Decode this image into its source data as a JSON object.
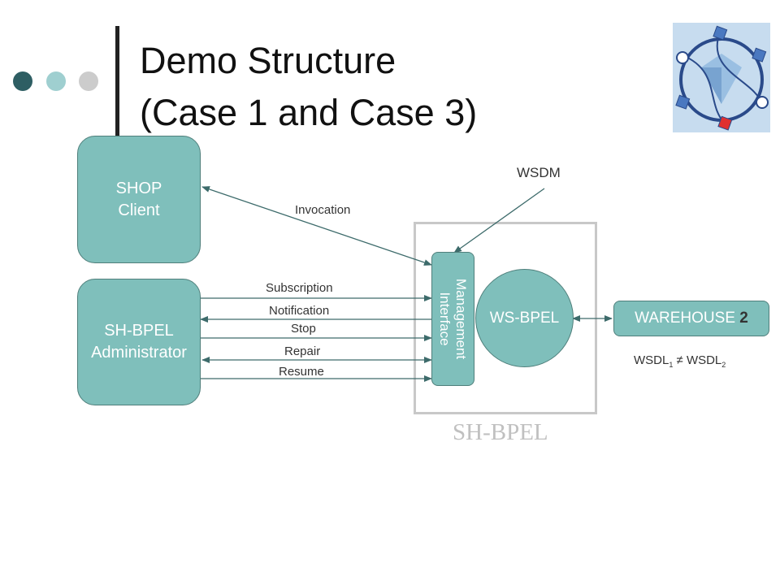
{
  "slide": {
    "title_line1": "Demo Structure",
    "title_line2": "(Case 1 and Case 3)"
  },
  "colors": {
    "box_fill": "#7fbfbb",
    "box_border": "#4f7f7b",
    "dot_dark": "#2e5e63",
    "dot_light": "#9fcfd0",
    "dot_gray": "#cccccc",
    "frame": "#c8c8c8",
    "arrow": "#3d6b6b"
  },
  "logo": {
    "icon": "diamond-network-logo"
  },
  "diagram": {
    "shop_client": {
      "line1": "SHOP",
      "line2": "Client"
    },
    "administrator": {
      "line1": "SH-BPEL",
      "line2": "Administrator"
    },
    "management_interface": {
      "line1": "Management",
      "line2": "Interface"
    },
    "ws_bpel": "WS-BPEL",
    "warehouse": {
      "name": "WAREHOUSE",
      "number": "2"
    },
    "sh_bpel_caption": "SH-BPEL",
    "wsdm": "WSDM",
    "invocation": "Invocation",
    "messages": [
      "Subscription",
      "Notification",
      "Stop",
      "Repair",
      "Resume"
    ],
    "wsdl_note": {
      "left": "WSDL",
      "left_sub": "1",
      "op": " ≠ ",
      "right": "WSDL",
      "right_sub": "2"
    }
  }
}
